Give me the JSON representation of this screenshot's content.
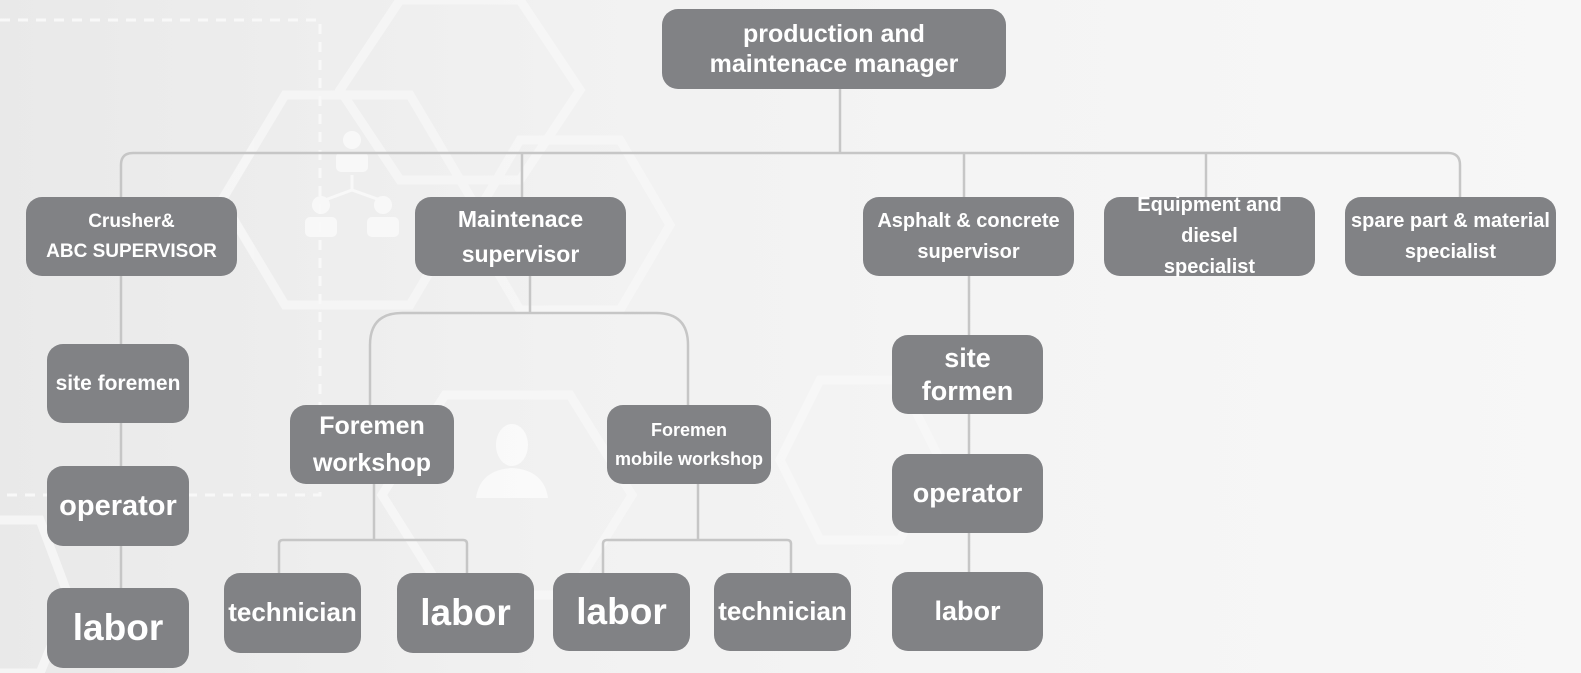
{
  "colors": {
    "node_fill": "#818285",
    "node_text": "#ffffff",
    "connector": "#c6c6c6"
  },
  "nodes": {
    "manager": "production and\nmaintenace manager",
    "crusher": "Crusher&\nABC SUPERVISOR",
    "maint": "Maintenace\nsupervisor",
    "asphalt": "Asphalt & concrete\nsupervisor",
    "equipment": "Equipment and diesel\nspecialist",
    "spare": "spare part & material\nspecialist",
    "site_foremen": "site foremen",
    "operator1": "operator",
    "labor1": "labor",
    "foremen_ws": "Foremen\nworkshop",
    "foremen_mobile": "Foremen\nmobile workshop",
    "tech1": "technician",
    "labor2": "labor",
    "labor3": "labor",
    "tech2": "technician",
    "site_formen": "site formen",
    "operator2": "operator",
    "labor4": "labor"
  }
}
